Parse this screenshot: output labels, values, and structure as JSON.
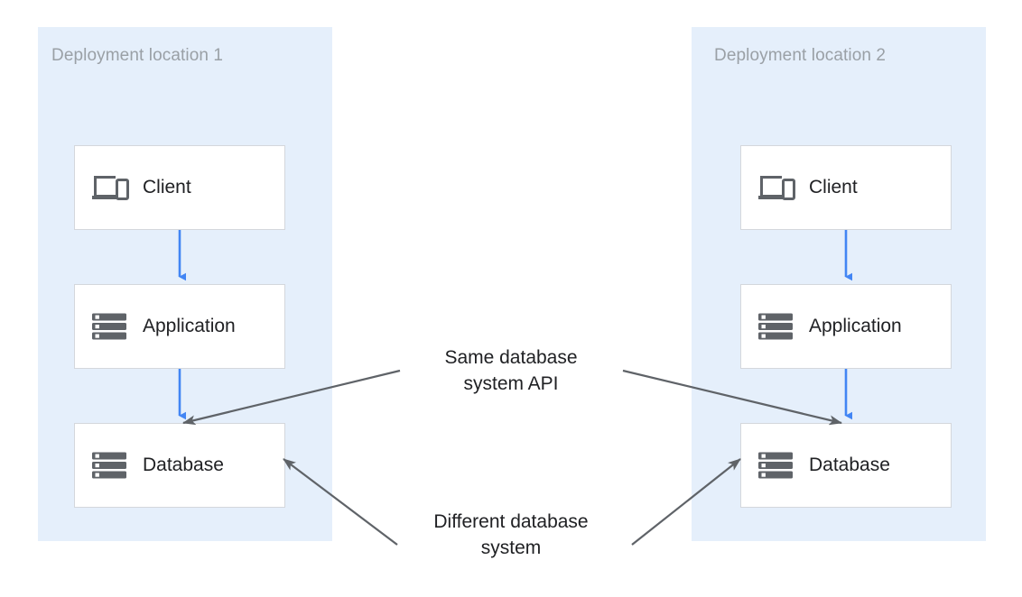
{
  "diagram": {
    "background_color": "#ffffff",
    "zone_color": "#e5effb",
    "flow_arrow_color": "#4285f4",
    "leader_line_color": "#5f6368",
    "node_border_color": "#d4d7dc",
    "zone_title_color": "#9aa0a6",
    "label_color": "#202124"
  },
  "zones": [
    {
      "title": "Deployment location 1",
      "nodes": [
        {
          "label": "Client",
          "icon": "devices-icon"
        },
        {
          "label": "Application",
          "icon": "server-icon"
        },
        {
          "label": "Database",
          "icon": "server-icon"
        }
      ]
    },
    {
      "title": "Deployment location 2",
      "nodes": [
        {
          "label": "Client",
          "icon": "devices-icon"
        },
        {
          "label": "Application",
          "icon": "server-icon"
        },
        {
          "label": "Database",
          "icon": "server-icon"
        }
      ]
    }
  ],
  "annotations": [
    {
      "text": "Same database\nsystem API"
    },
    {
      "text": "Different database\nsystem"
    }
  ]
}
